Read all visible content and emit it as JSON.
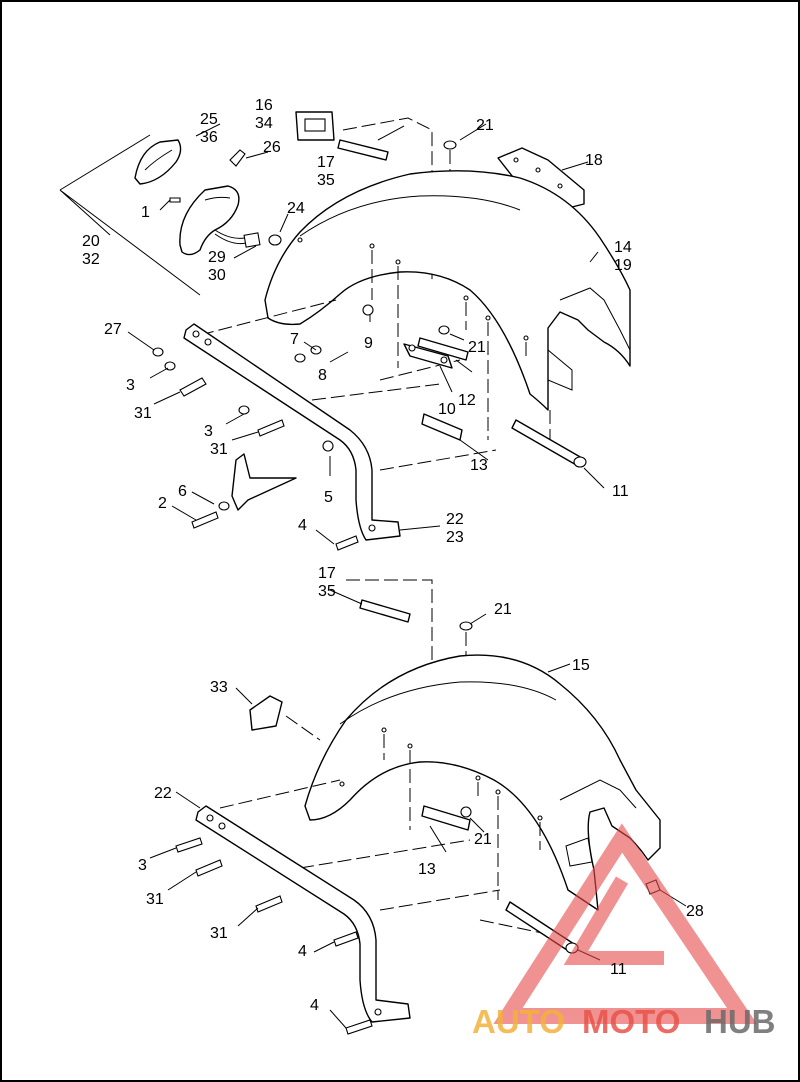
{
  "diagram": {
    "upper_callouts": [
      "25",
      "36",
      "16",
      "34",
      "21",
      "26",
      "17",
      "35",
      "18",
      "1",
      "24",
      "14",
      "19",
      "20",
      "32",
      "29",
      "30",
      "27",
      "7",
      "9",
      "21",
      "3",
      "8",
      "12",
      "10",
      "31",
      "3",
      "31",
      "5",
      "13",
      "11",
      "6",
      "2",
      "4",
      "22",
      "23"
    ],
    "lower_callouts": [
      "17",
      "35",
      "21",
      "15",
      "33",
      "22",
      "21",
      "3",
      "13",
      "31",
      "28",
      "31",
      "11",
      "4",
      "4"
    ]
  },
  "watermark": {
    "part1": "AUTO",
    "part2": "MOTO",
    "part3": "HUB",
    "color_a": "#f4b23a",
    "color_b": "#e8534a",
    "color_c": "#6b6b6b",
    "logo_color": "#e94b4b"
  },
  "colors": {
    "line": "#000000",
    "background": "#ffffff",
    "border": "#000000"
  }
}
